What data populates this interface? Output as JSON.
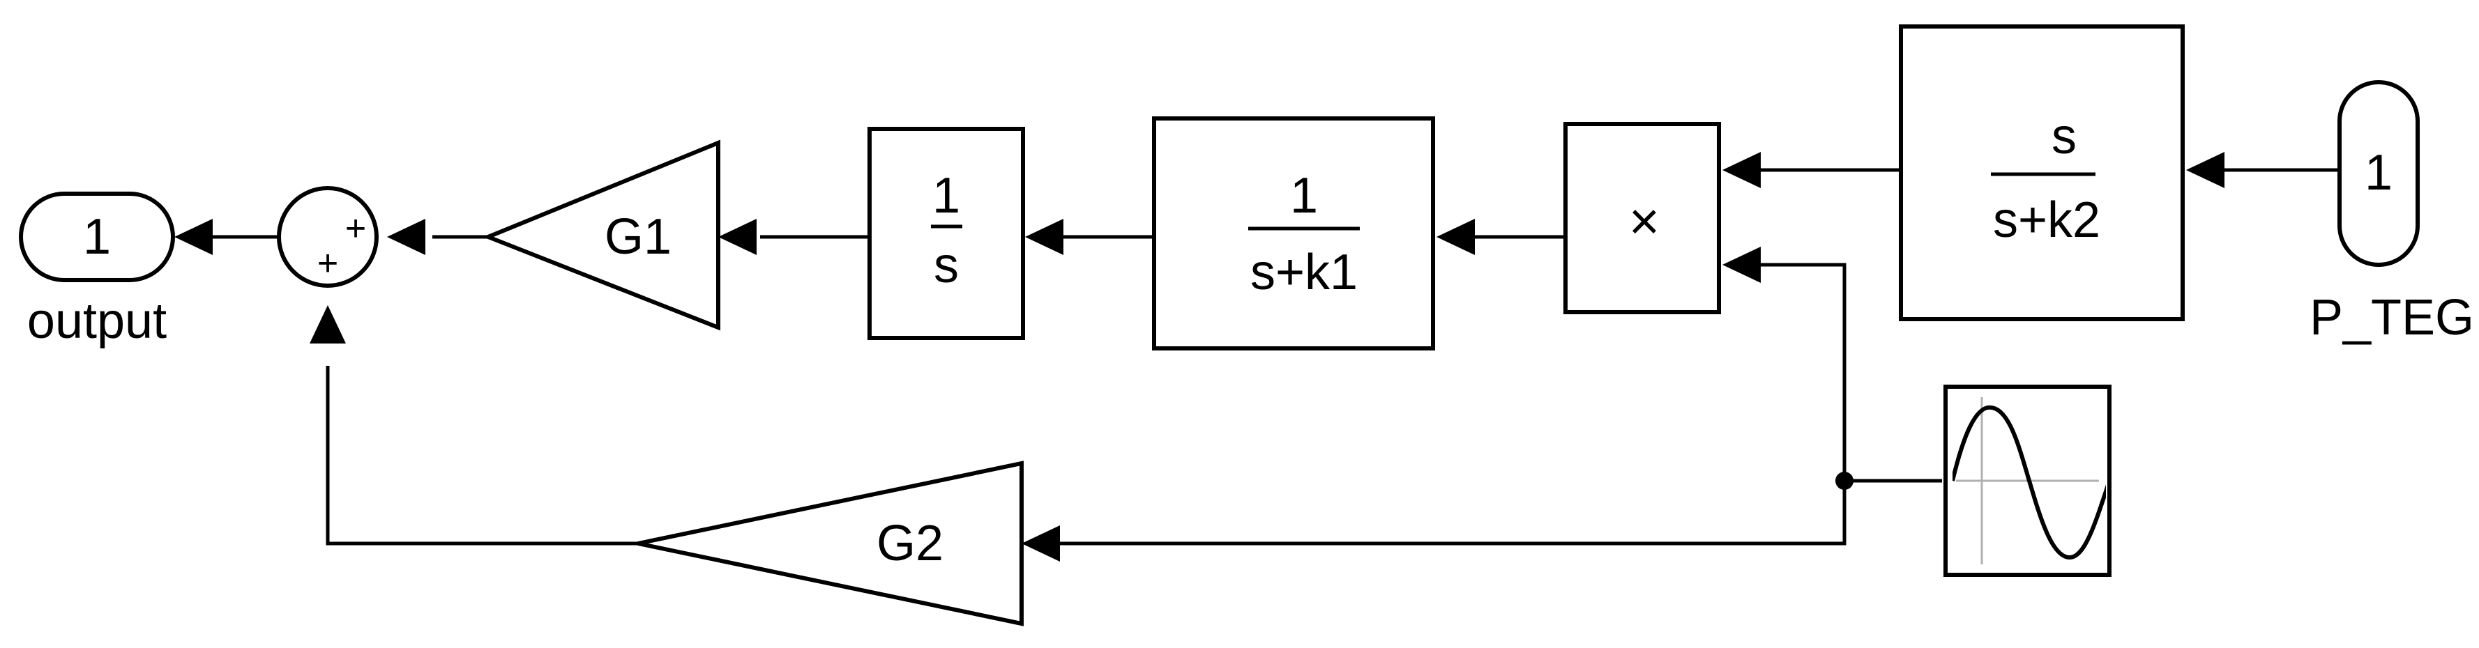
{
  "ports": {
    "output": {
      "number": "1",
      "name": "output"
    },
    "input": {
      "number": "1",
      "name": "P_TEG"
    }
  },
  "sum": {
    "signs": [
      "+",
      "+"
    ]
  },
  "gain_g1": {
    "label": "G1"
  },
  "gain_g2": {
    "label": "G2"
  },
  "integrator": {
    "numerator": "1",
    "denominator": "s"
  },
  "tf_k1": {
    "numerator": "1",
    "denominator": "s+k1"
  },
  "tf_k2": {
    "numerator": "s",
    "denominator": "s+k2"
  },
  "product": {
    "symbol": "×"
  },
  "sine_wave": {
    "icon": "sine-wave-icon"
  }
}
